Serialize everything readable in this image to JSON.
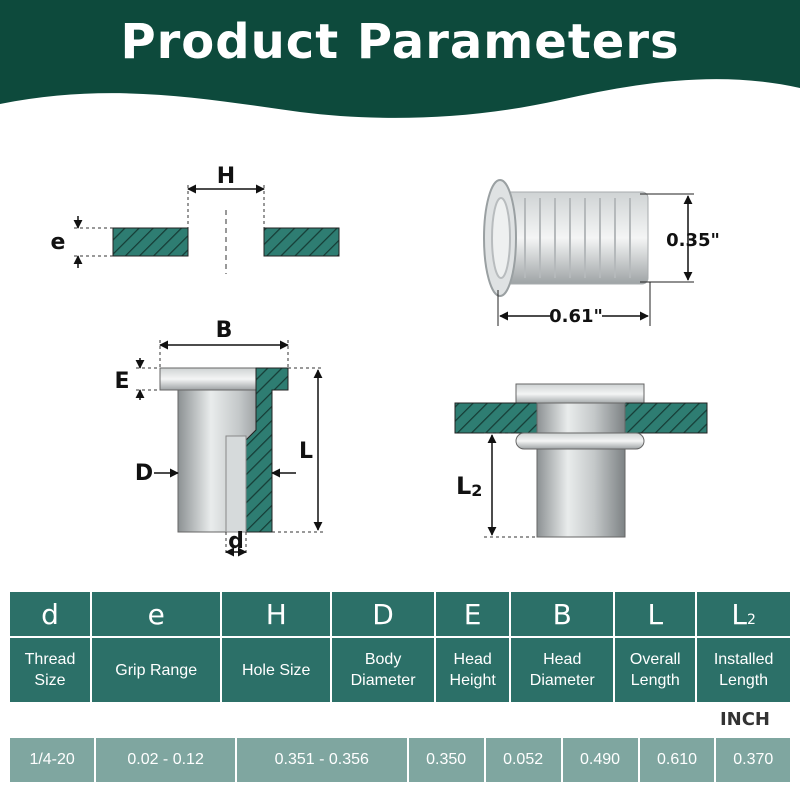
{
  "banner": {
    "title": "Product Parameters",
    "bg_color": "#0d4a3c"
  },
  "diagram": {
    "labels": {
      "hole": "H",
      "grip": "e",
      "head_diameter": "B",
      "head_height": "E",
      "length": "L",
      "body_diameter": "D",
      "thread": "d",
      "installed_main": "L",
      "installed_sub": "2",
      "photo_height": "0.35\"",
      "photo_length": "0.61\""
    },
    "hatch_color": "#2e7d72"
  },
  "table": {
    "columns": [
      {
        "symbol": "d",
        "symbol_sub": "",
        "name_line1": "Thread",
        "name_line2": "Size",
        "value": "1/4-20"
      },
      {
        "symbol": "e",
        "symbol_sub": "",
        "name_line1": "Grip Range",
        "name_line2": "",
        "value": "0.02 - 0.12"
      },
      {
        "symbol": "H",
        "symbol_sub": "",
        "name_line1": "Hole Size",
        "name_line2": "",
        "value": "0.351 - 0.356"
      },
      {
        "symbol": "D",
        "symbol_sub": "",
        "name_line1": "Body",
        "name_line2": "Diameter",
        "value": "0.350"
      },
      {
        "symbol": "E",
        "symbol_sub": "",
        "name_line1": "Head",
        "name_line2": "Height",
        "value": "0.052"
      },
      {
        "symbol": "B",
        "symbol_sub": "",
        "name_line1": "Head",
        "name_line2": "Diameter",
        "value": "0.490"
      },
      {
        "symbol": "L",
        "symbol_sub": "",
        "name_line1": "Overall",
        "name_line2": "Length",
        "value": "0.610"
      },
      {
        "symbol": "L",
        "symbol_sub": "2",
        "name_line1": "Installed",
        "name_line2": "Length",
        "value": "0.370"
      }
    ],
    "unit": "INCH",
    "header_color": "#2c7068",
    "value_color": "#7fa6a0"
  }
}
